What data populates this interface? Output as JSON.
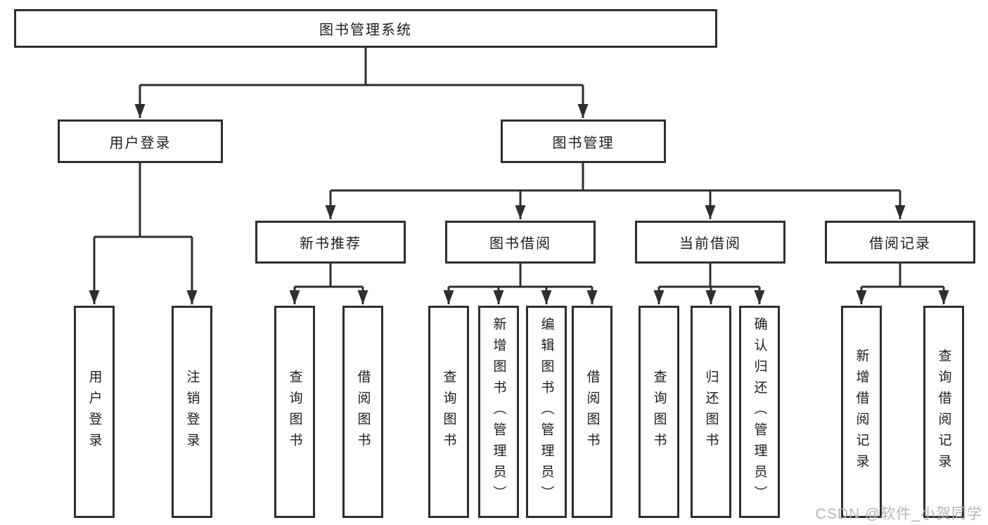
{
  "diagram": {
    "title": "图书管理系统",
    "root": {
      "label": "图书管理系统"
    },
    "level2": [
      {
        "label": "用户登录"
      },
      {
        "label": "图书管理"
      }
    ],
    "level3": [
      {
        "label": "新书推荐",
        "parent": "图书管理"
      },
      {
        "label": "图书借阅",
        "parent": "图书管理"
      },
      {
        "label": "当前借阅",
        "parent": "图书管理"
      },
      {
        "label": "借阅记录",
        "parent": "图书管理"
      }
    ],
    "leaves": [
      {
        "label": "用户登录",
        "parent": "用户登录"
      },
      {
        "label": "注销登录",
        "parent": "用户登录"
      },
      {
        "label": "查询图书",
        "parent": "新书推荐"
      },
      {
        "label": "借阅图书",
        "parent": "新书推荐"
      },
      {
        "label": "查询图书",
        "parent": "图书借阅"
      },
      {
        "label": "新增图书（管理员）",
        "parent": "图书借阅"
      },
      {
        "label": "编辑图书（管理员）",
        "parent": "图书借阅"
      },
      {
        "label": "借阅图书",
        "parent": "图书借阅"
      },
      {
        "label": "查询图书",
        "parent": "当前借阅"
      },
      {
        "label": "归还图书",
        "parent": "当前借阅"
      },
      {
        "label": "确认归还（管理员）",
        "parent": "当前借阅"
      },
      {
        "label": "新增借阅记录",
        "parent": "借阅记录"
      },
      {
        "label": "查询借阅记录",
        "parent": "借阅记录"
      }
    ]
  },
  "watermark": "CSDN @软件_小贺同学",
  "colors": {
    "line": "#2e2e2e",
    "text": "#1c1c1c",
    "node_background": "#ffffff",
    "watermark": "#b5b5b5",
    "page_background": "#ffffff"
  }
}
